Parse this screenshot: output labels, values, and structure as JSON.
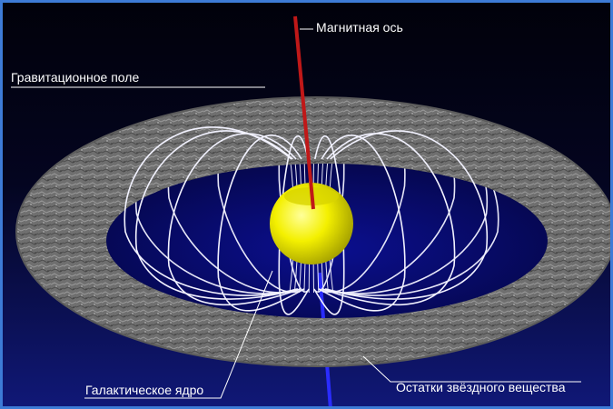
{
  "labels": {
    "magnetic_axis": "Магнитная ось",
    "gravitational_field": "Гравитационное поле",
    "galactic_core": "Галактическое ядро",
    "stellar_remnants": "Остатки звёздного вещества"
  },
  "colors": {
    "background_top": "#01010a",
    "background_bottom": "#101878",
    "frame": "#3d7bd6",
    "ring": "#7e7e7e",
    "field_lines": "#f2f2ff",
    "axis_top": "#c01818",
    "axis_bottom": "#2a2cff",
    "core": "#f2f000"
  }
}
